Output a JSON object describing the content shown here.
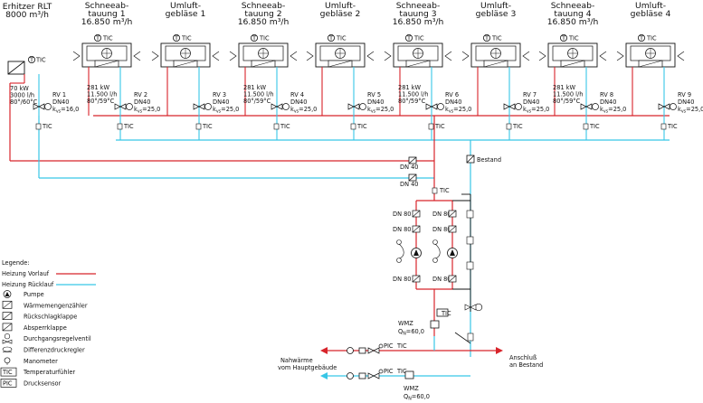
{
  "units": [
    {
      "title": [
        "Erhitzer RLT",
        "8000 m³/h"
      ],
      "specs": [
        "70 kW",
        "3000 l/h",
        "80°/60°C"
      ],
      "valve": "RV 1",
      "dn": "DN40",
      "kvs": "=16,0",
      "tic_top": "TIC",
      "tic_bottom": "TIC"
    },
    {
      "title": [
        "Schneeab-",
        "tauung 1",
        "16.850 m³/h"
      ],
      "specs": [
        "281 kW",
        "11.500 l/h",
        "80°/59°C"
      ],
      "valve": "RV 2",
      "dn": "DN40",
      "kvs": "=25,0",
      "tic_top": "TIC",
      "tic_bottom": "TIC"
    },
    {
      "title": [
        "Umluft-",
        "gebläse 1"
      ],
      "specs": [],
      "valve": "RV 3",
      "dn": "DN40",
      "kvs": "=25,0",
      "tic_top": "TIC",
      "tic_bottom": "TIC"
    },
    {
      "title": [
        "Schneeab-",
        "tauung 2",
        "16.850 m³/h"
      ],
      "specs": [
        "281 kW",
        "11.500 l/h",
        "80°/59°C"
      ],
      "valve": "RV 4",
      "dn": "DN40",
      "kvs": "=25,0",
      "tic_top": "TIC",
      "tic_bottom": "TIC"
    },
    {
      "title": [
        "Umluft-",
        "gebläse 2"
      ],
      "specs": [],
      "valve": "RV 5",
      "dn": "DN40",
      "kvs": "=25,0",
      "tic_top": "TIC",
      "tic_bottom": "TIC"
    },
    {
      "title": [
        "Schneeab-",
        "tauung 3",
        "16.850 m³/h"
      ],
      "specs": [
        "281 kW",
        "11.500 l/h",
        "80°/59°C"
      ],
      "valve": "RV 6",
      "dn": "DN40",
      "kvs": "=25,0",
      "tic_top": "TIC",
      "tic_bottom": "TIC"
    },
    {
      "title": [
        "Umluft-",
        "gebläse 3"
      ],
      "specs": [],
      "valve": "RV 7",
      "dn": "DN40",
      "kvs": "=25,0",
      "tic_top": "TIC",
      "tic_bottom": "TIC"
    },
    {
      "title": [
        "Schneeab-",
        "tauung 4",
        "16.850 m³/h"
      ],
      "specs": [
        "281 kW",
        "11.500 l/h",
        "80°/59°C"
      ],
      "valve": "RV 8",
      "dn": "DN40",
      "kvs": "=25,0",
      "tic_top": "TIC",
      "tic_bottom": "TIC"
    },
    {
      "title": [
        "Umluft-",
        "gebläse 4"
      ],
      "specs": [],
      "valve": "RV 9",
      "dn": "DN40",
      "kvs": "=25,0",
      "tic_top": "TIC",
      "tic_bottom": "TIC"
    }
  ],
  "kvs_prefix": "k",
  "kvs_sub": "vs",
  "tic_symbol": "T",
  "manifold": {
    "dn_1": "DN 40",
    "dn_2": "DN 40",
    "bestand": "Bestand"
  },
  "pump_station": {
    "dn_labels": [
      "DN 80",
      "DN 80",
      "DN 80",
      "DN 80",
      "DN 80",
      "DN 80"
    ],
    "tic": "TIC",
    "tic_lower": "TIC"
  },
  "wmz_upper": {
    "label": "WMZ",
    "qn_prefix": "Q",
    "qn_sub": "N",
    "qn_value": "=60,0"
  },
  "wmz_lower": {
    "label": "WMZ",
    "qn_prefix": "Q",
    "qn_sub": "N",
    "qn_value": "=60,0"
  },
  "supply_line": {
    "pic": "PIC",
    "tic": "TIC"
  },
  "return_line": {
    "pic": "PIC",
    "tic": "TIC"
  },
  "nahwaerme": [
    "Nahwärme",
    "vom Hauptgebäude"
  ],
  "anschluss": [
    "Anschluß",
    "an Bestand"
  ],
  "legend": {
    "title": "Legende:",
    "vorlauf": "Heizung Vorlauf",
    "ruecklauf": "Heizung Rücklauf",
    "items": [
      {
        "icon": "pump-icon",
        "label": "Pumpe"
      },
      {
        "icon": "heat-meter-icon",
        "label": "Wärmemengenzähler"
      },
      {
        "icon": "check-valve-icon",
        "label": "Rückschlagklappe"
      },
      {
        "icon": "shutoff-valve-icon",
        "label": "Absperrklappe"
      },
      {
        "icon": "control-valve-icon",
        "label": "Durchgangsregelventil"
      },
      {
        "icon": "differential-pressure-icon",
        "label": "Differenzdruckregler"
      },
      {
        "icon": "manometer-icon",
        "label": "Manometer"
      },
      {
        "icon": "tic-box-icon",
        "label": "Temperaturfühler",
        "box": "TIC"
      },
      {
        "icon": "pic-box-icon",
        "label": "Drucksensor",
        "box": "PIC"
      }
    ]
  },
  "colors": {
    "vorlauf": "#d8242b",
    "ruecklauf": "#37c6e6",
    "line": "#111111"
  }
}
